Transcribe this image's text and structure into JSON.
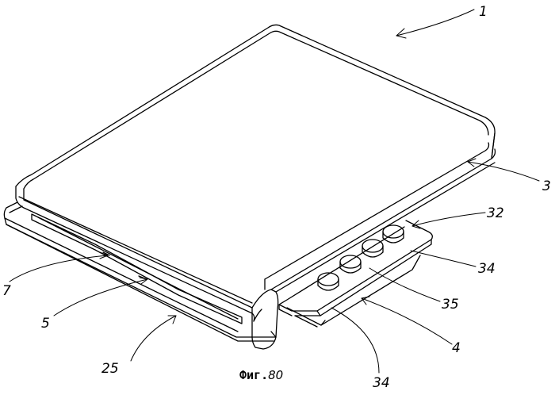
{
  "figure": {
    "caption_prefix": "Фиг.",
    "caption_number": "80"
  },
  "reference_numerals": {
    "device": "1",
    "housing": "3",
    "tray": "32",
    "button_row_upper": "34",
    "button": "35",
    "rail": "4",
    "button_row_lower": "34",
    "slot": "25",
    "edge_5": "5",
    "edge_7": "7"
  }
}
